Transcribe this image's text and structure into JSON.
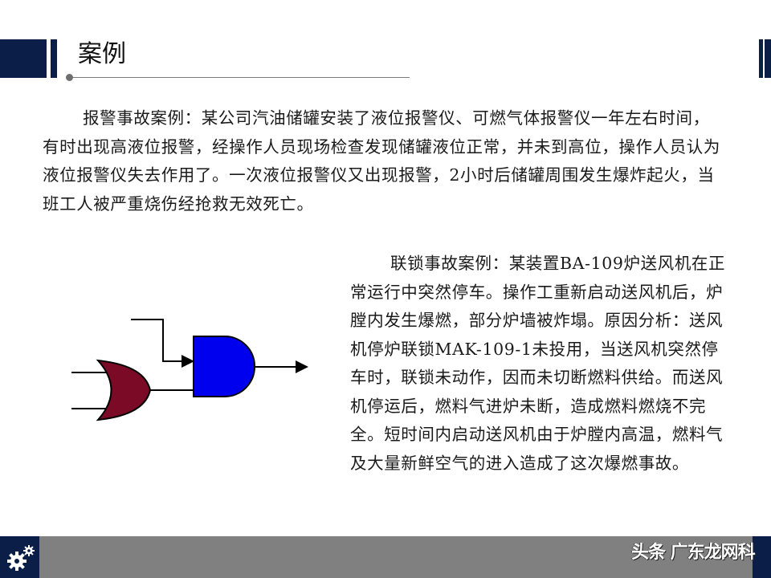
{
  "header": {
    "title": "案例"
  },
  "content": {
    "paragraph_1": "报警事故案例：某公司汽油储罐安装了液位报警仪、可燃气体报警仪一年左右时间，有时出现高液位报警，经操作人员现场检查发现储罐液位正常，并未到高位，操作人员认为液位报警仪失去作用了。一次液位报警仪又出现报警，2小时后储罐周围发生爆炸起火，当班工人被严重烧伤经抢救无效死亡。",
    "paragraph_2": "联锁事故案例：某装置BA-109炉送风机在正常运行中突然停车。操作工重新启动送风机后，炉膛内发生爆燃，部分炉墙被炸塌。原因分析：送风机停炉联锁MAK-109-1未投用，当送风机突然停车时，联锁未动作，因而未切断燃料供给。而送风机停运后，燃料气进炉未断，造成燃料燃烧不完全。短时间内启动送风机由于炉膛内高温，燃料气及大量新鲜空气的进入造成了这次爆燃事故。"
  },
  "diagram": {
    "description": "logic gate diagram: OR gate feeding an AND gate",
    "gates": [
      {
        "type": "OR",
        "color": "#7a0a26",
        "inputs": 2
      },
      {
        "type": "AND",
        "color": "#0000ee",
        "inputs": 2
      }
    ]
  },
  "footer": {
    "icon": "gears-icon",
    "watermark": "头条 广东龙网科"
  },
  "colors": {
    "navy": "#0b1e48",
    "footer_gray": "#808080",
    "and_gate": "#0000ee",
    "or_gate": "#7a0a26"
  }
}
